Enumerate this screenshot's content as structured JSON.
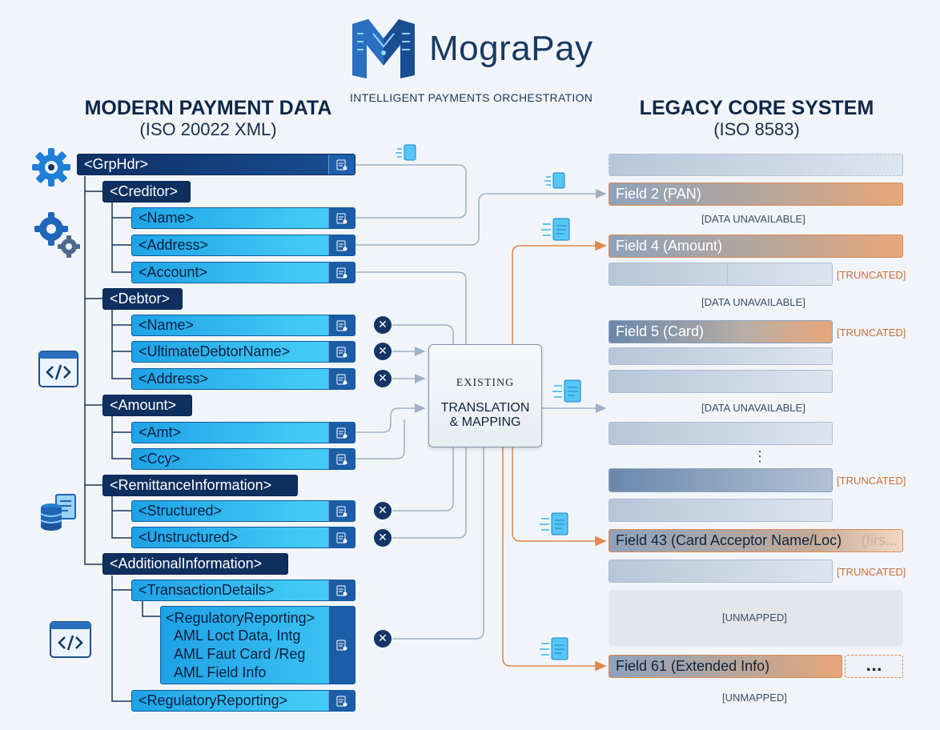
{
  "brand": {
    "name": "MograPay",
    "tagline": "INTELLIGENT PAYMENTS ORCHESTRATION"
  },
  "left_column": {
    "title": "MODERN PAYMENT DATA",
    "subtitle": "(ISO 20022 XML)"
  },
  "right_column": {
    "title": "LEGACY CORE SYSTEM",
    "subtitle": "(ISO 8583)"
  },
  "xml_nodes": {
    "grphdr": "<GrpHdr>",
    "creditor": "<Creditor>",
    "creditor_name": "<Name>",
    "creditor_address": "<Address>",
    "creditor_account": "<Account>",
    "debtor": "<Debtor>",
    "debtor_name": "<Name>",
    "ultimate_debtor": "<UltimateDebtorName>",
    "debtor_address": "<Address>",
    "amount": "<Amount>",
    "amt": "<Amt>",
    "ccy": "<Ccy>",
    "remittance": "<RemittanceInformation>",
    "structured": "<Structured>",
    "unstructured": "<Unstructured>",
    "additional": "<AdditionalInformation>",
    "transaction_details": "<TransactionDetails>",
    "regulatory_nested": {
      "tag": "<RegulatoryReporting>",
      "lines": [
        "AML Loct Data, Intg",
        "AML Faut Card /Reg",
        "AML Field Info"
      ]
    },
    "regulatory": "<RegulatoryReporting>"
  },
  "mapping_box": {
    "top": "EXISTING",
    "line1": "TRANSLATION",
    "line2": "& MAPPING"
  },
  "legacy_fields": {
    "pan": "Field 2 (PAN)",
    "amount": "Field 4 (Amount)",
    "card": "Field 5 (Card)",
    "acceptor": "Field 43 (Card Acceptor Name/Loc)",
    "acceptor_fade": "(firs...",
    "extended": "Field 61 (Extended Info)",
    "extended_more": "..."
  },
  "notes": {
    "data_unavailable": "[DATA UNAVAILABLE]",
    "truncated": "[TRUNCATED]",
    "unmapped": "[UNMAPPED]",
    "ellipsis": "⋮"
  },
  "icons": [
    "gear-icon",
    "gears-icon",
    "code-window-icon",
    "database-doc-icon",
    "code-window-icon"
  ],
  "colors": {
    "accent": "#1fa2e6",
    "dark": "#0f2f5f",
    "warn": "#d98b55"
  }
}
